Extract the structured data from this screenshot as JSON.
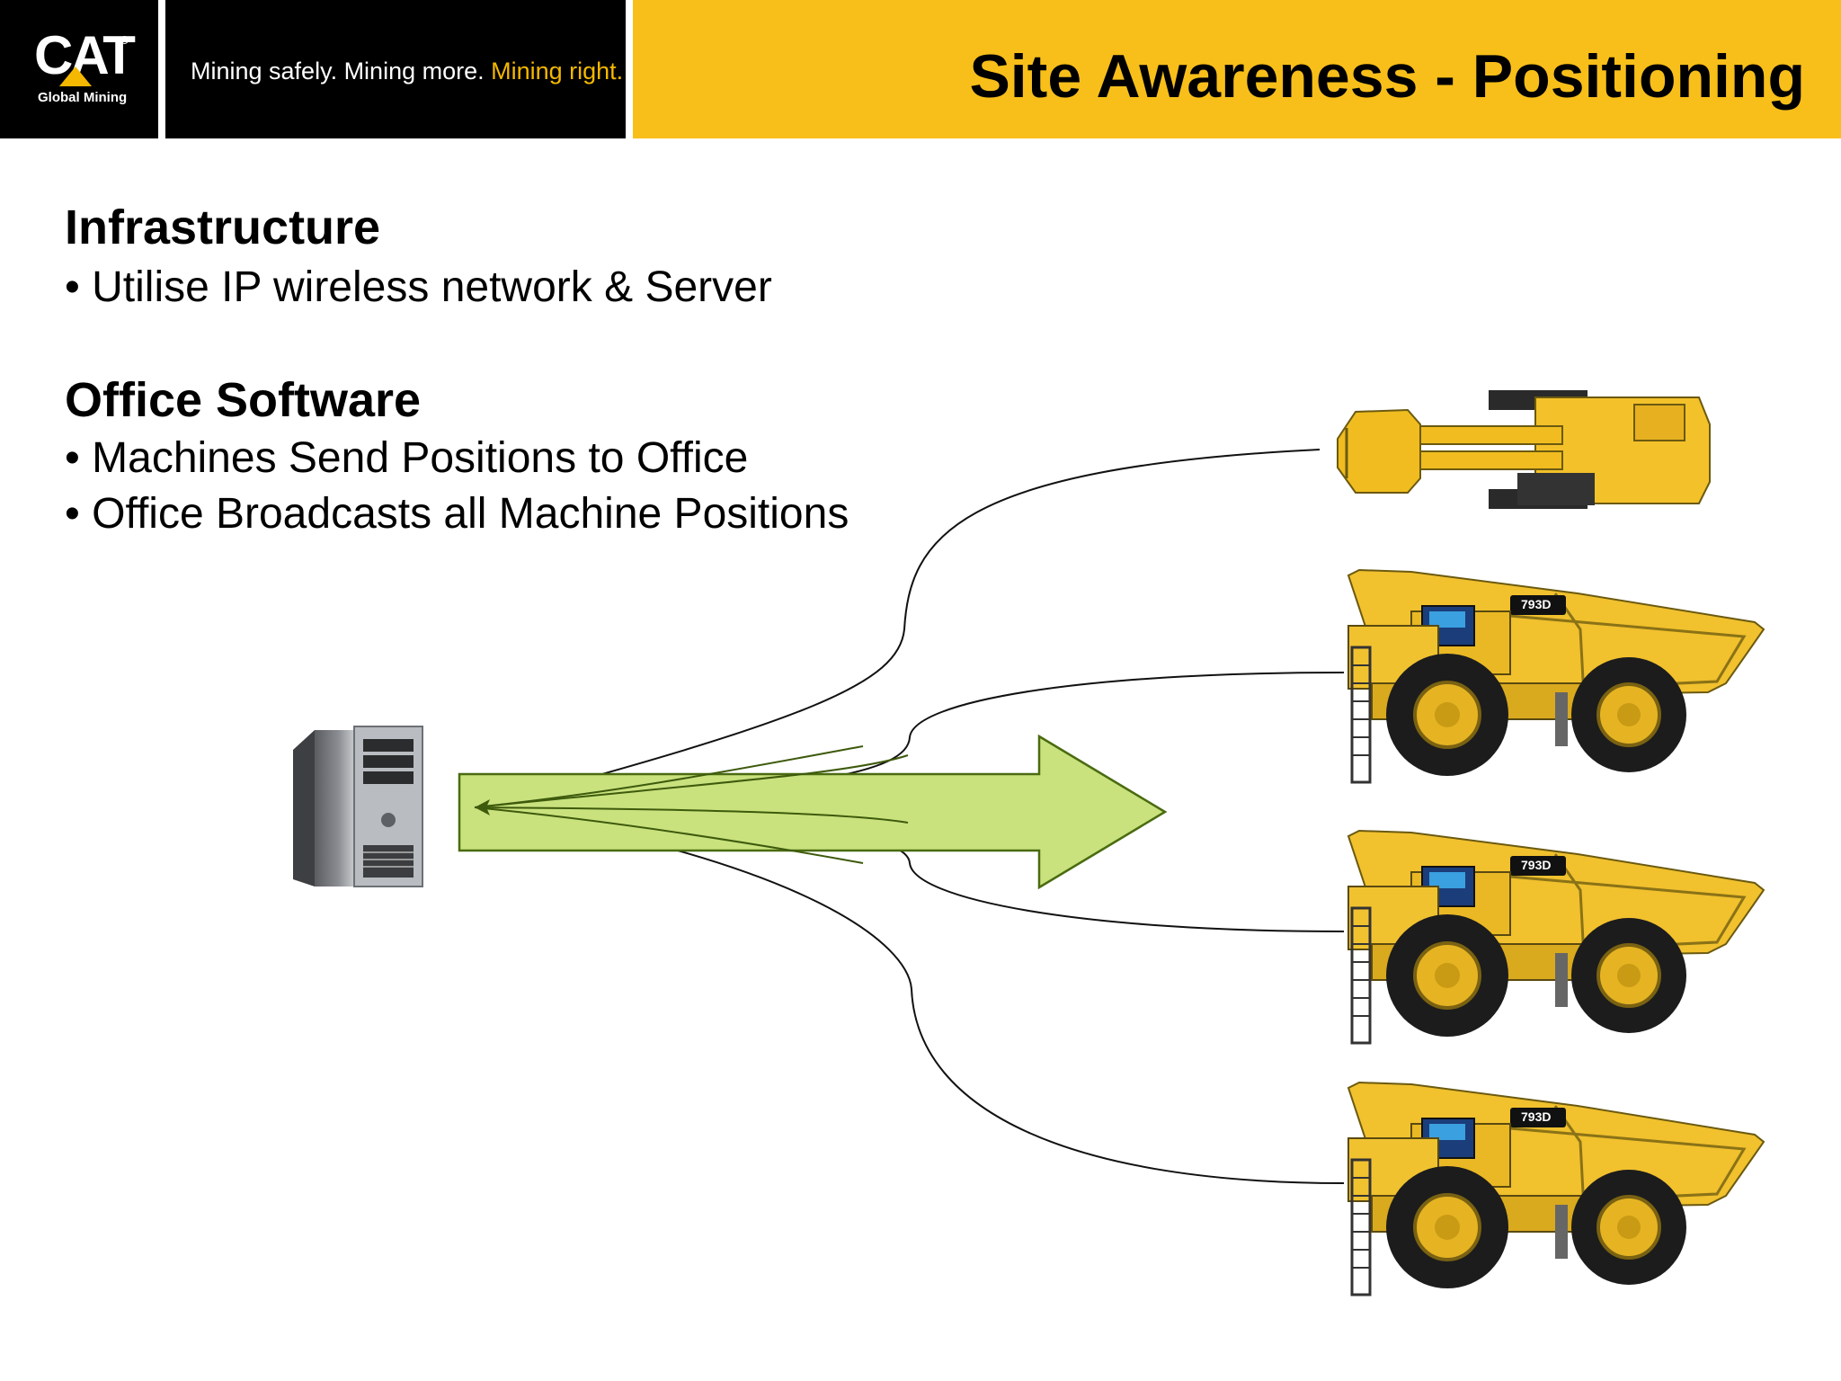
{
  "header": {
    "logo_text": "CAT",
    "logo_subtext": "Global Mining",
    "slogan_part1": "Mining safely. Mining more. ",
    "slogan_highlight": "Mining right.",
    "title": "Site Awareness - Positioning"
  },
  "sections": [
    {
      "heading": "Infrastructure",
      "bullets": [
        "• Utilise IP wireless network & Server"
      ]
    },
    {
      "heading": "Office Software",
      "bullets": [
        "• Machines Send Positions to Office",
        "• Office Broadcasts all Machine Positions"
      ]
    }
  ],
  "diagram": {
    "server": {
      "icon": "server-tower-icon"
    },
    "arrow": {
      "icon": "broadcast-arrow",
      "color": "#c9e27e"
    },
    "machines": [
      {
        "icon": "excavator-icon"
      },
      {
        "icon": "haul-truck-icon",
        "model": "793D"
      },
      {
        "icon": "haul-truck-icon",
        "model": "793D"
      },
      {
        "icon": "haul-truck-icon",
        "model": "793D"
      }
    ]
  },
  "colors": {
    "brand_yellow": "#f8bf1a",
    "logo_yellow": "#f5b800",
    "black": "#000000",
    "arrow_fill": "#c9e27e",
    "arrow_stroke": "#4a6b10"
  }
}
